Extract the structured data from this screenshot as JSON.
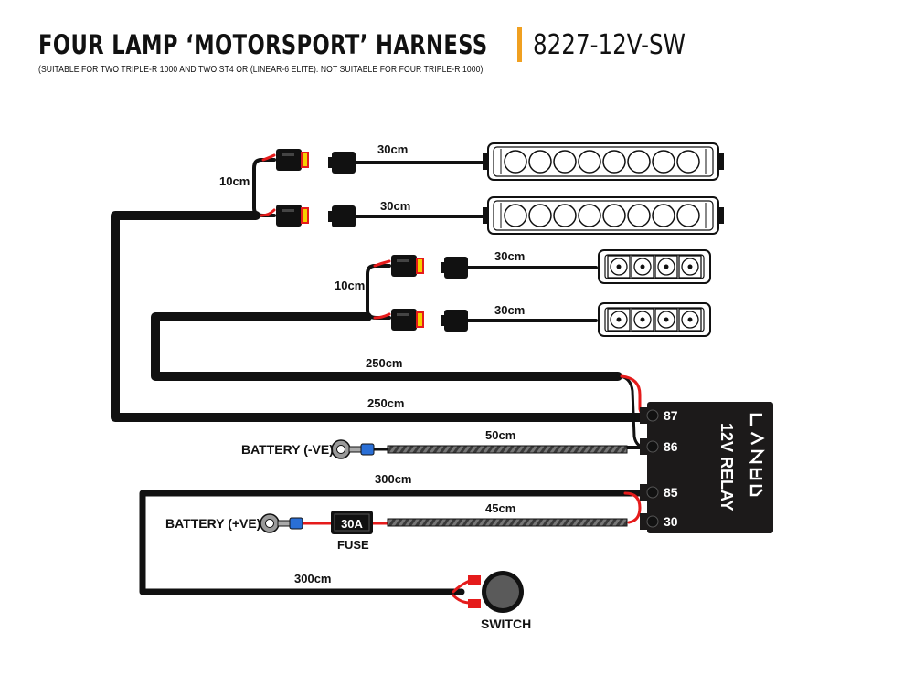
{
  "header": {
    "title": "FOUR LAMP ‘MOTORSPORT’ HARNESS",
    "code": "8227-12V-SW",
    "subtitle": "(SUITABLE FOR TWO TRIPLE-R 1000 AND TWO ST4 OR (LINEAR-6 ELITE). NOT SUITABLE FOR FOUR TRIPLE-R 1000)"
  },
  "colors": {
    "accent": "#f0a020",
    "wire": "#111111",
    "positive": "#e51b1b",
    "connector": "#e51b1b",
    "fuse_seat": "#f5d000",
    "terminal": "#2a6fd6",
    "relay": "#1c1a1a"
  },
  "labels": {
    "top_branch": "10cm",
    "top_lamp1_cable": "30cm",
    "top_lamp2_cable": "30cm",
    "mid_branch": "10cm",
    "mid_lamp1_cable": "30cm",
    "mid_lamp2_cable": "30cm",
    "main_run_1": "250cm",
    "main_run_2": "250cm",
    "battery_neg": "BATTERY (-VE)",
    "neg_cable": "50cm",
    "switch_run_top": "300cm",
    "battery_pos": "BATTERY (+VE)",
    "fuse_rating": "30A",
    "fuse": "FUSE",
    "pos_cable": "45cm",
    "switch_run_bottom": "300cm",
    "switch": "SWITCH"
  },
  "relay": {
    "label": "12V RELAY",
    "brand_logo": "LAZER",
    "pins": [
      "87",
      "86",
      "85",
      "30"
    ]
  }
}
